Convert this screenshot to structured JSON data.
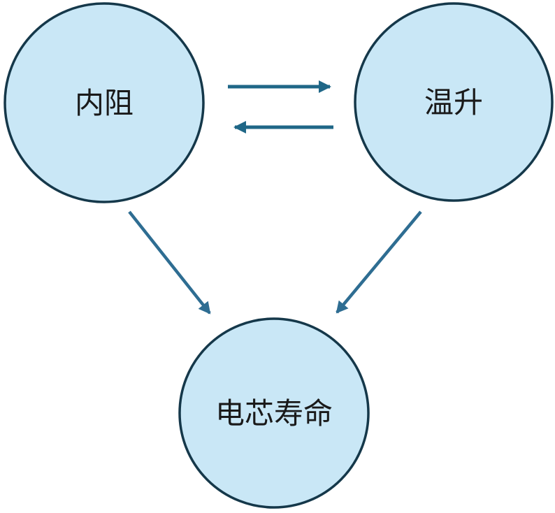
{
  "diagram": {
    "type": "node-link-diagram",
    "nodes": [
      {
        "id": "internal-resistance",
        "label": "内阻",
        "shape": "circle",
        "position": "top-left"
      },
      {
        "id": "temperature-rise",
        "label": "温升",
        "shape": "circle",
        "position": "top-right"
      },
      {
        "id": "cell-life",
        "label": "电芯寿命",
        "shape": "circle",
        "position": "bottom-center"
      }
    ],
    "edges": [
      {
        "from": "internal-resistance",
        "to": "temperature-rise",
        "style": "straight-horizontal",
        "arrowhead": "right"
      },
      {
        "from": "temperature-rise",
        "to": "internal-resistance",
        "style": "straight-horizontal",
        "arrowhead": "left"
      },
      {
        "from": "internal-resistance",
        "to": "cell-life",
        "style": "diagonal",
        "arrowhead": "end"
      },
      {
        "from": "temperature-rise",
        "to": "cell-life",
        "style": "diagonal",
        "arrowhead": "end"
      }
    ],
    "colors": {
      "background": "#FFFFFF",
      "node_fill": "#C9E7F6",
      "node_border": "#15384A",
      "horizontal_arrow": "#1F6787",
      "diagonal_arrow": "#2E6D92",
      "label_text": "#1A1A1A"
    }
  }
}
